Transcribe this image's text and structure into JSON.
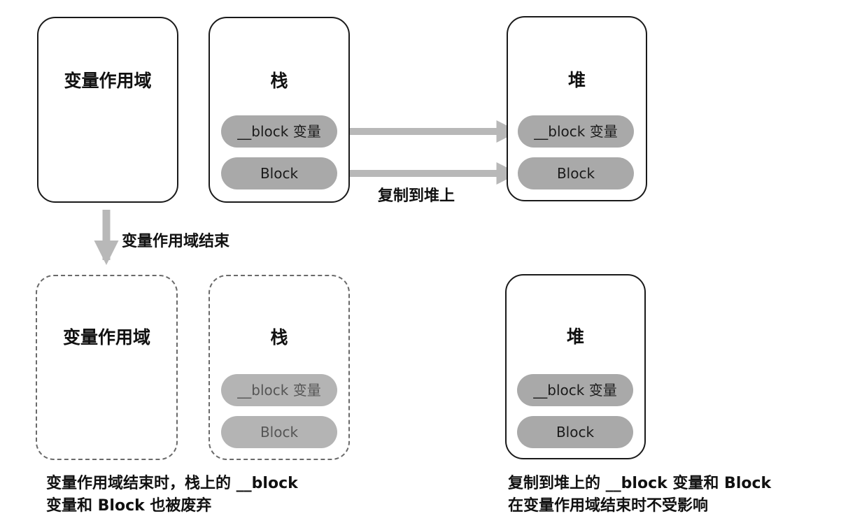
{
  "top": {
    "scope_box": {
      "title": "变量作用域"
    },
    "stack_box": {
      "title": "栈",
      "pill_block_var": "__block 变量",
      "pill_block": "Block"
    },
    "heap_box": {
      "title": "堆",
      "pill_block_var": "__block 变量",
      "pill_block": "Block"
    },
    "copy_label": "复制到堆上"
  },
  "transition": {
    "label": "变量作用域结束"
  },
  "bottom": {
    "scope_box": {
      "title": "变量作用域"
    },
    "stack_box": {
      "title": "栈",
      "pill_block_var": "__block 变量",
      "pill_block": "Block"
    },
    "heap_box": {
      "title": "堆",
      "pill_block_var": "__block 变量",
      "pill_block": "Block"
    },
    "caption_left": {
      "line1": "变量作用域结束时，栈上的 __block",
      "line2": "变量和 Block 也被废弃"
    },
    "caption_right": {
      "line1": "复制到堆上的 __block 变量和 Block",
      "line2": "在变量作用域结束时不受影响"
    }
  },
  "colors": {
    "pill": "#a9a9a9",
    "arrow": "#b8b8b8",
    "border": "#1a1a1a",
    "dashed_border": "#6a6a6a"
  }
}
